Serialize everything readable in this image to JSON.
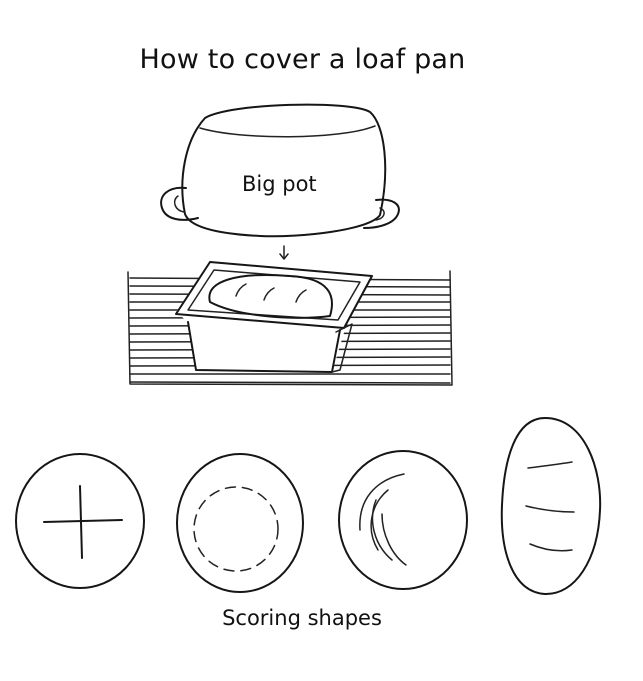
{
  "title": "How to cover a loaf pan",
  "pot_label": "Big pot",
  "caption": "Scoring shapes",
  "icons": [
    "big-pot-icon",
    "down-arrow-icon",
    "loaf-pan-icon",
    "towel-icon",
    "cross-score-icon",
    "dashed-circle-score-icon",
    "spiral-score-icon",
    "oval-loaf-score-icon"
  ]
}
